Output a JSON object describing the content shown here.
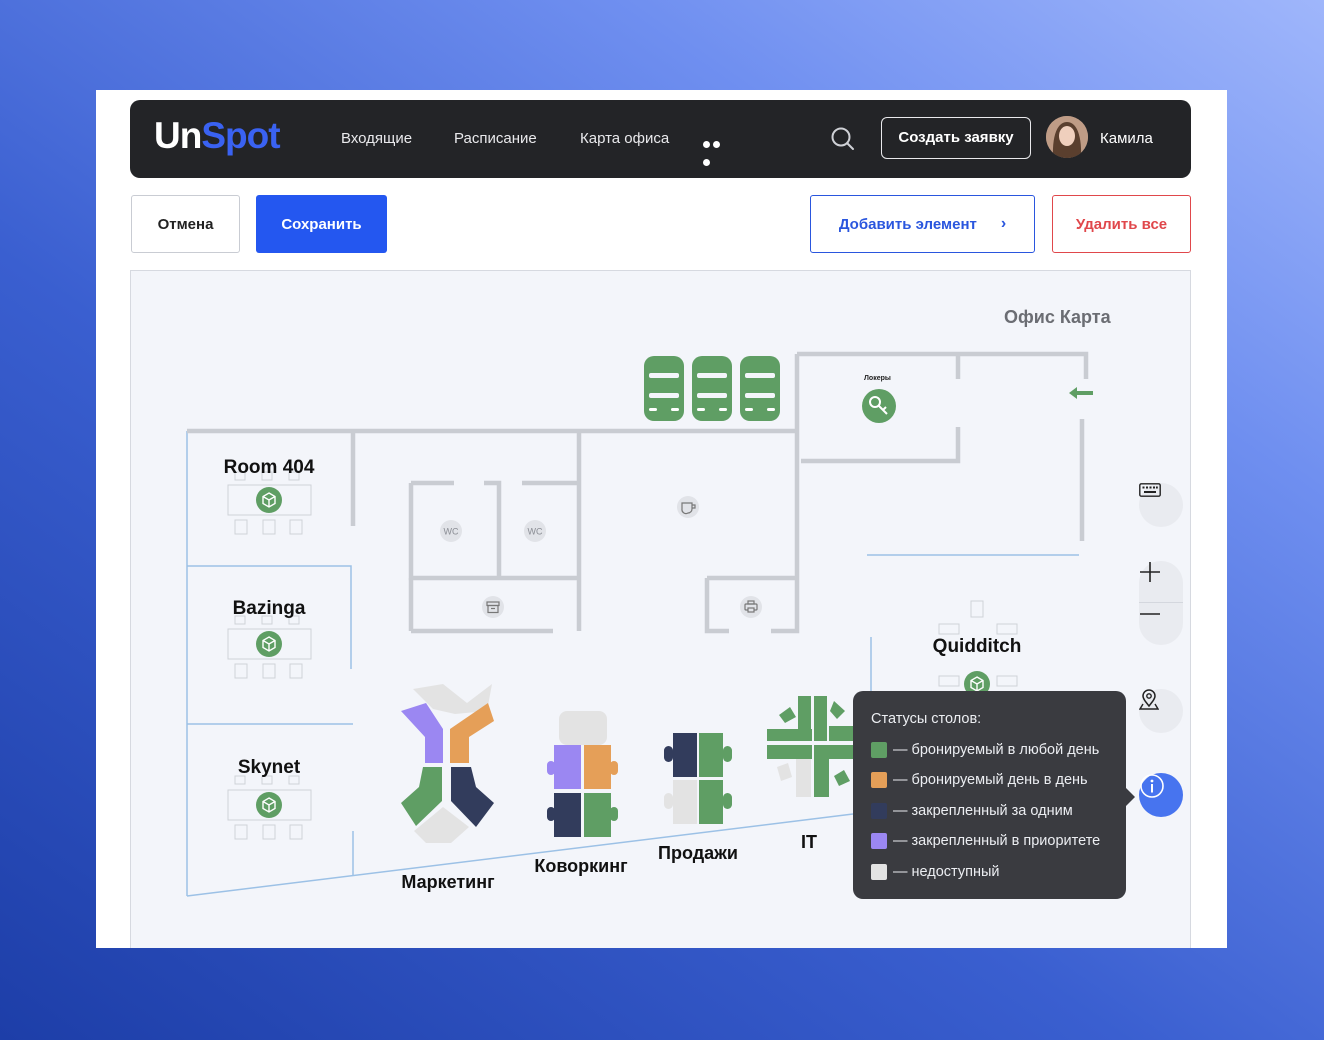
{
  "app": {
    "logo_part1": "Un",
    "logo_part2": "Spot"
  },
  "nav": [
    "Входящие",
    "Расписание",
    "Карта офиса"
  ],
  "header": {
    "create_label": "Создать заявку",
    "user_name": "Камила"
  },
  "toolbar": {
    "cancel_label": "Отмена",
    "save_label": "Сохранить",
    "add_label": "Добавить элемент",
    "delete_label": "Удалить все"
  },
  "map": {
    "title": "Офис Карта",
    "lockers_label": "Локеры",
    "rooms": [
      "Room 404",
      "Bazinga",
      "Skynet",
      "Quidditch"
    ],
    "zones": [
      "Маркетинг",
      "Коворкинг",
      "Продажи",
      "IT"
    ],
    "wc_label": "WC"
  },
  "legend": {
    "title": "Статусы столов:",
    "items": [
      {
        "label": "— бронируемый в любой день",
        "color": "#5f9e64"
      },
      {
        "label": "— бронируемый день в день",
        "color": "#e59f58"
      },
      {
        "label": "— закрепленный за одним",
        "color": "#323c5c"
      },
      {
        "label": "— закрепленный в приоритете",
        "color": "#9b87f2"
      },
      {
        "label": "— недоступный",
        "color": "#e3e3e3"
      }
    ]
  },
  "colors": {
    "accent": "#2457f0",
    "danger": "#e0474b",
    "green": "#5f9e64",
    "topbar": "#232427"
  },
  "icons": [
    "search-icon",
    "keyboard-icon",
    "plus-icon",
    "minus-icon",
    "location-pin-icon",
    "info-icon",
    "key-icon",
    "coffee-icon",
    "printer-icon",
    "archive-icon",
    "arrow-left-icon",
    "chevron-right-icon"
  ]
}
